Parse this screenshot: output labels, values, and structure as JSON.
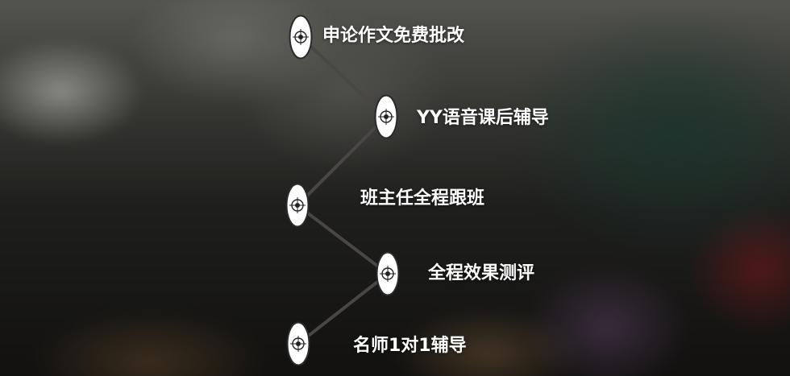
{
  "timeline": {
    "items": [
      {
        "label": "申论作文免费批改",
        "icon": "target-icon"
      },
      {
        "label": "YY语音课后辅导",
        "icon": "target-icon"
      },
      {
        "label": "班主任全程跟班",
        "icon": "target-icon"
      },
      {
        "label": "全程效果测评",
        "icon": "target-icon"
      },
      {
        "label": "名师1对1辅导",
        "icon": "target-icon"
      }
    ]
  },
  "colors": {
    "label_text": "#ffffff",
    "connector": "#4a4646",
    "node_fill": "#ffffff",
    "node_border": "#2a2a2a"
  }
}
